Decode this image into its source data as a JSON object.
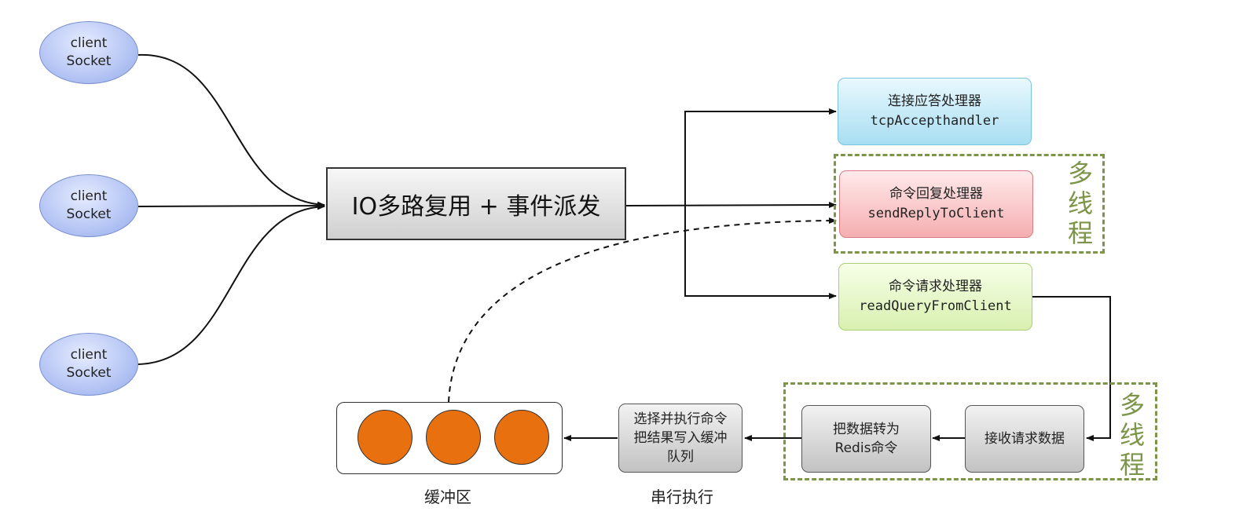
{
  "clients": [
    {
      "line1": "client",
      "line2": "Socket"
    },
    {
      "line1": "client",
      "line2": "Socket"
    },
    {
      "line1": "client",
      "line2": "Socket"
    }
  ],
  "dispatcher": {
    "label": "IO多路复用 + 事件派发"
  },
  "handlers": {
    "accept": {
      "cn": "连接应答处理器",
      "code": "tcpAccepthandler"
    },
    "reply": {
      "cn": "命令回复处理器",
      "code": "sendReplyToClient"
    },
    "query": {
      "cn": "命令请求处理器",
      "code": "readQueryFromClient"
    }
  },
  "multithread_label": [
    "多",
    "线",
    "程"
  ],
  "steps": {
    "receive": {
      "line1": "接收请求数据"
    },
    "convert": {
      "line1": "把数据转为",
      "line2": "Redis命令"
    },
    "execute": {
      "line1": "选择并执行命令",
      "line2": "把结果写入缓冲",
      "line3": "队列"
    }
  },
  "captions": {
    "buffer": "缓冲区",
    "serial": "串行执行"
  },
  "colors": {
    "client_fill": "#b9c8f5",
    "accept_fill": "#a8def2",
    "reply_fill": "#f5aeb1",
    "query_fill": "#d8f0b0",
    "dashed_border": "#7c9548",
    "buffer_item": "#e8700f"
  }
}
